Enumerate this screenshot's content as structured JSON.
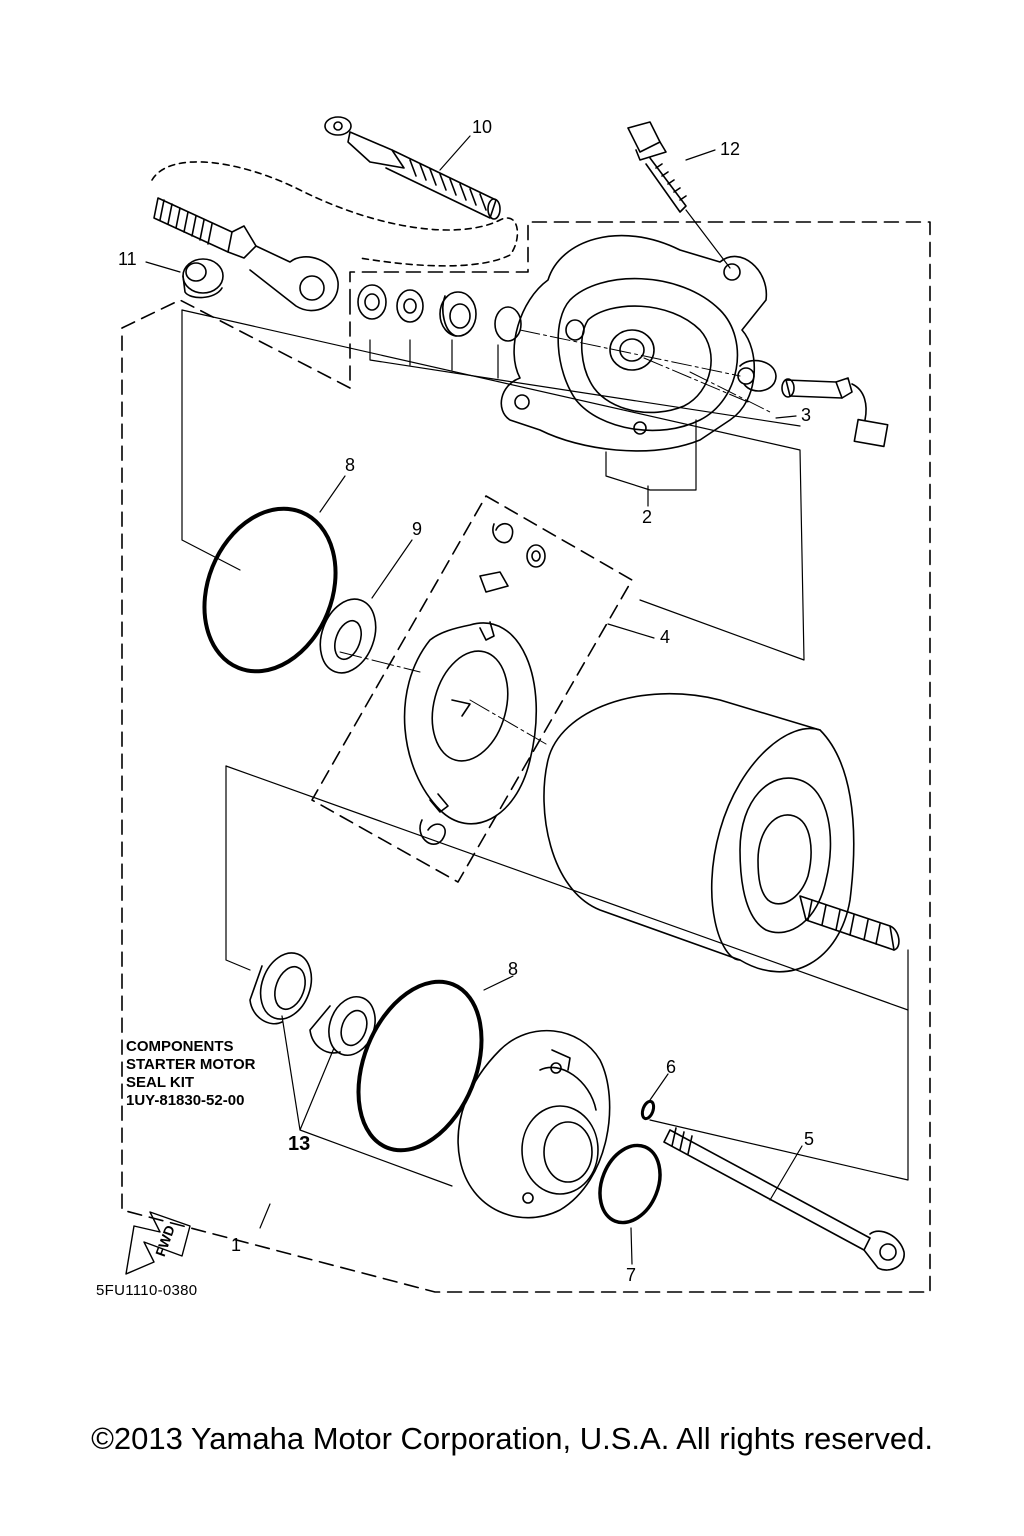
{
  "diagram": {
    "callouts": {
      "p1": "1",
      "p2": "2",
      "p3": "3",
      "p4": "4",
      "p5": "5",
      "p6": "6",
      "p7": "7",
      "p8a": "8",
      "p8b": "8",
      "p9": "9",
      "p10": "10",
      "p11": "11",
      "p12": "12",
      "p13": "13"
    },
    "kit_note": {
      "line1": "COMPONENTS",
      "line2": "STARTER MOTOR",
      "line3": "SEAL KIT",
      "line4": "1UY-81830-52-00"
    },
    "fwd_label": "FWD",
    "drawing_code": "5FU1110-0380"
  },
  "footer": {
    "copyright": "©2013 Yamaha Motor Corporation, U.S.A. All rights reserved."
  }
}
